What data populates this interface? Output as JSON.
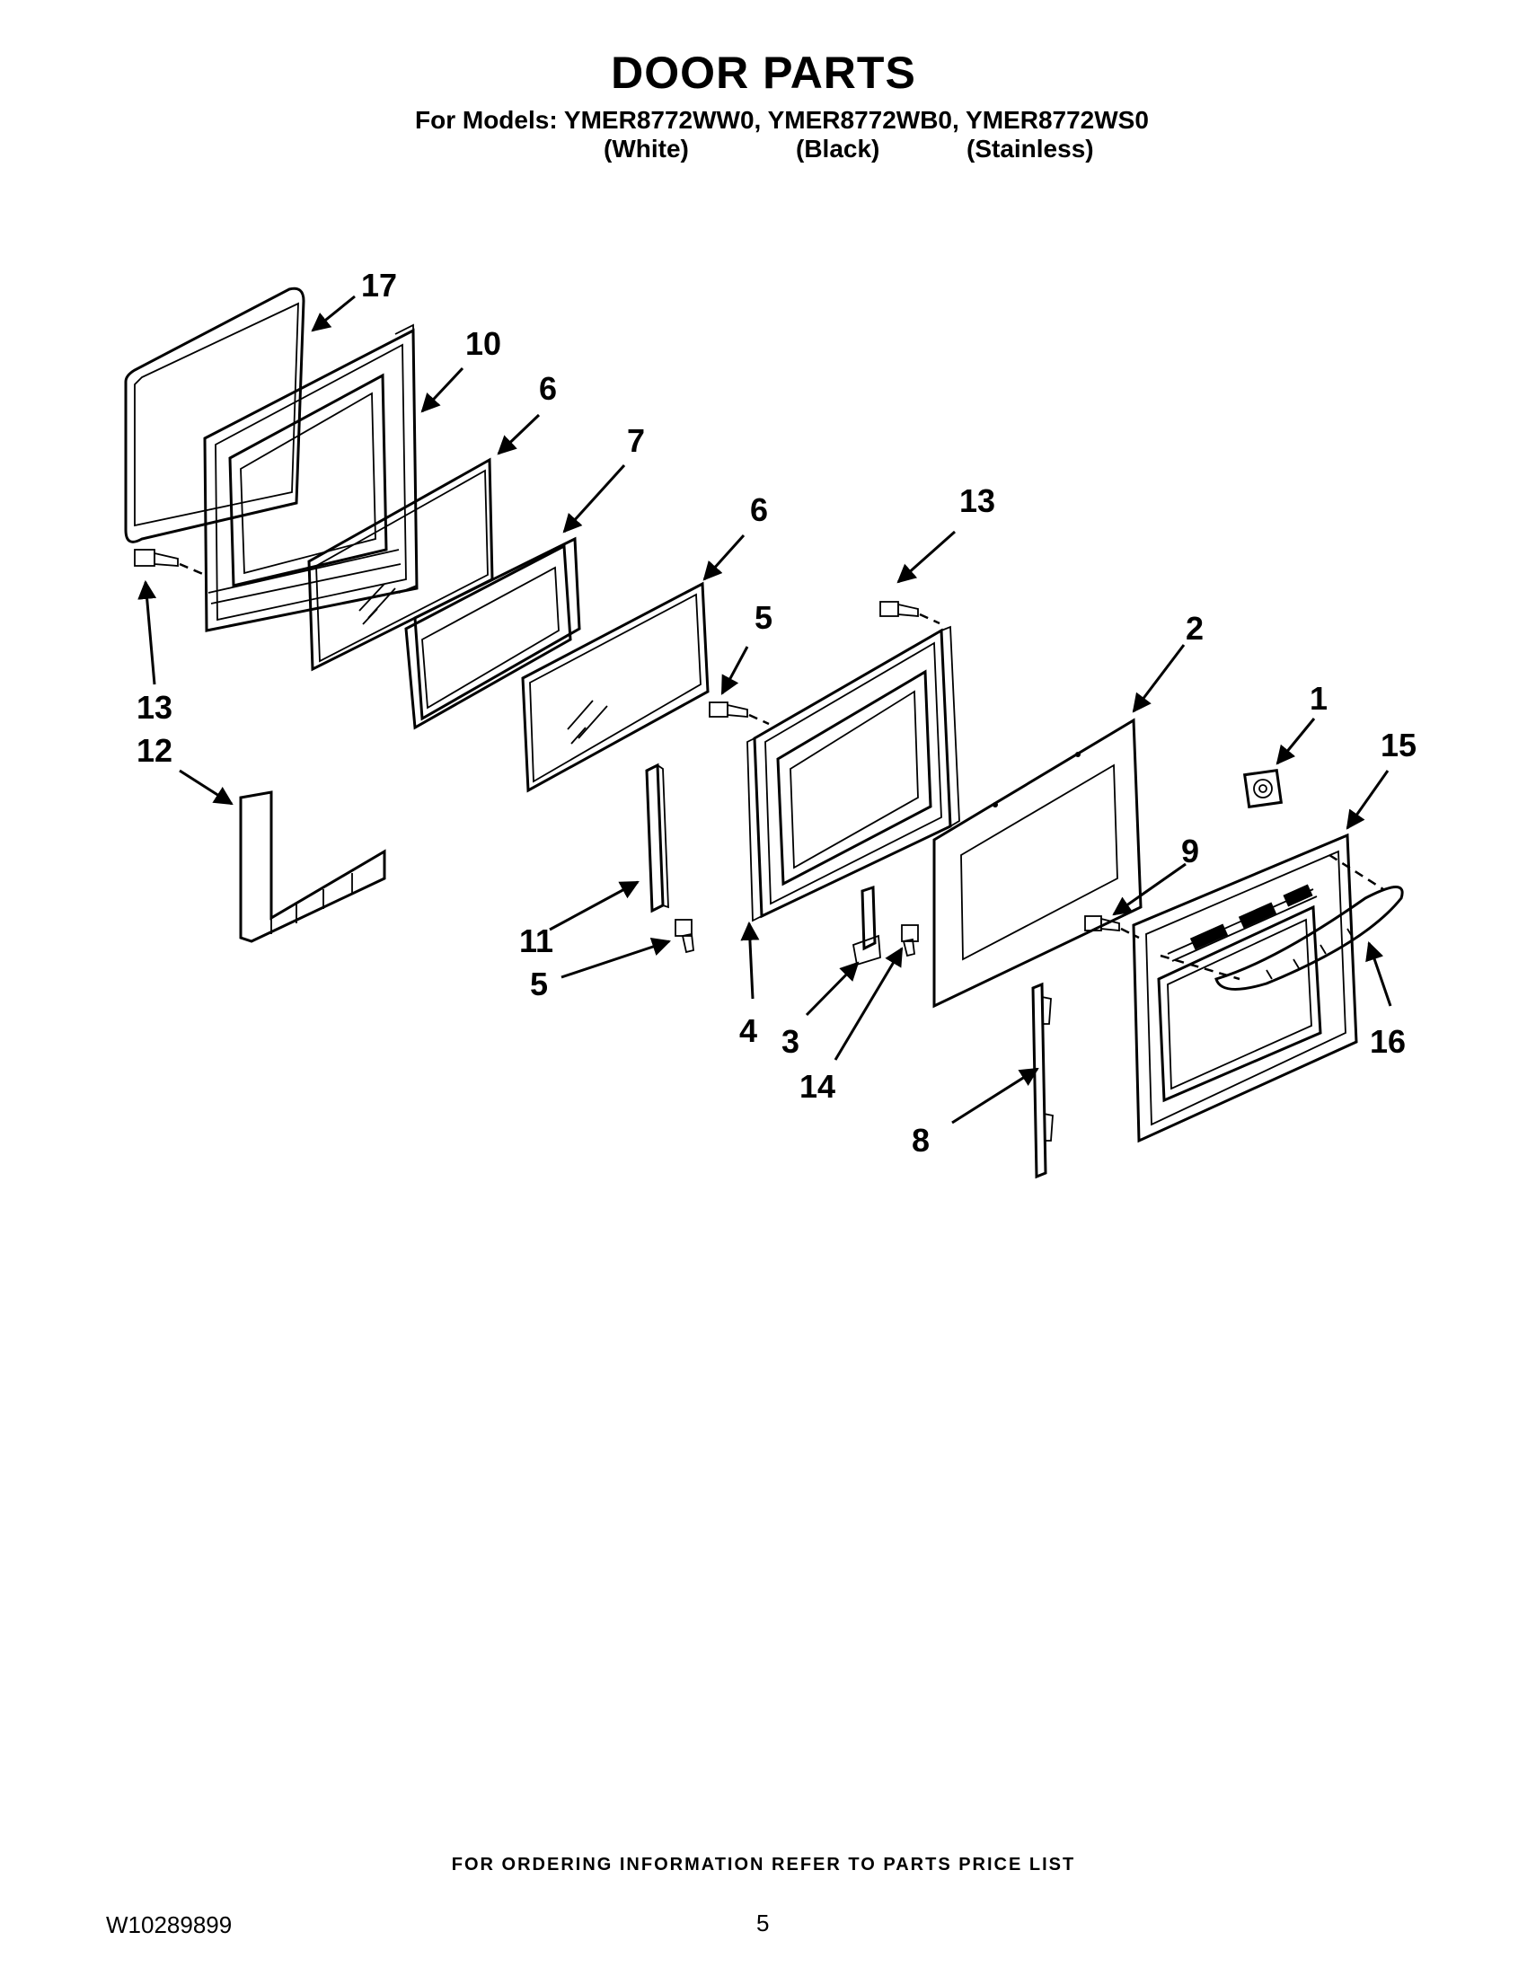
{
  "header": {
    "title": "DOOR PARTS",
    "models_line": "For Models: YMER8772WW0, YMER8772WB0, YMER8772WS0",
    "finishes": [
      "(White)",
      "(Black)",
      "(Stainless)"
    ]
  },
  "callouts": [
    "17",
    "10",
    "6",
    "7",
    "6",
    "13",
    "13",
    "12",
    "5",
    "2",
    "1",
    "15",
    "11",
    "5",
    "4",
    "9",
    "3",
    "14",
    "16",
    "8"
  ],
  "footer": {
    "ordering_note": "FOR ORDERING INFORMATION REFER TO PARTS PRICE LIST",
    "doc_number": "W10289899",
    "page_number": "5"
  }
}
